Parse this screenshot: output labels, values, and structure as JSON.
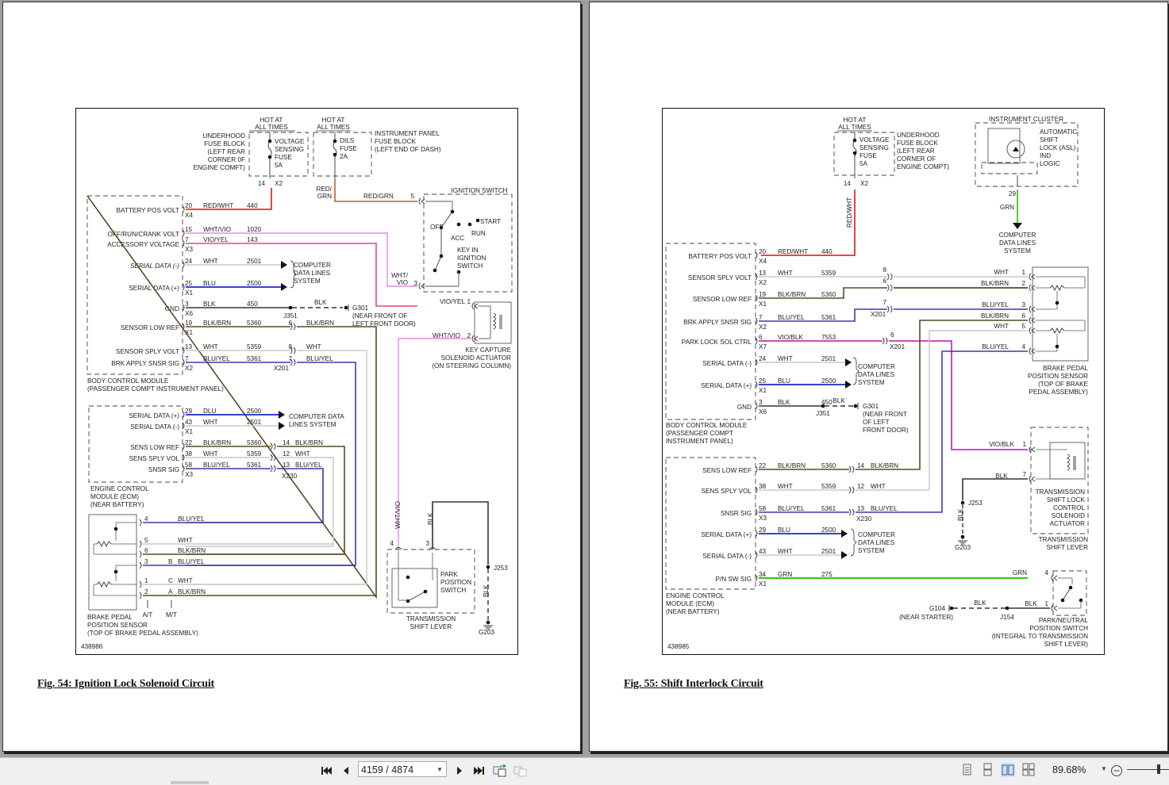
{
  "viewer": {
    "page_indicator": "4159 / 4874",
    "zoom_level": "89.68%",
    "toolbar": {
      "first_page": "first-page",
      "prev_page": "previous-page",
      "next_page": "next-page",
      "last_page": "last-page",
      "view_modes": [
        "single-page",
        "continuous",
        "two-page",
        "two-page-continuous"
      ],
      "active_view_mode": "two-page"
    }
  },
  "colors": {
    "red_wht": "#e0302a",
    "red_grn": "#d2581e",
    "wht_vio": "#e48ae6",
    "vio_yel": "#e0449a",
    "vio_blk": "#c930b8",
    "wht": "#c9c9c9",
    "blu": "#1a27c8",
    "blu_yel": "#3a3aa8",
    "blk": "#333333",
    "blk_brn": "#5a4a22",
    "grn": "#39c81c"
  },
  "left_page": {
    "caption": "Fig. 54: Ignition Lock Solenoid Circuit",
    "figure_id": "438986",
    "labels": {
      "hot1": "HOT AT",
      "hot2": "ALL TIMES",
      "uh1": "UNDERHOOD",
      "uh2": "FUSE BLOCK",
      "uh3": "(LEFT REAR",
      "uh4": "CORNER 0F",
      "uh5": "ENGINE COMFT)",
      "vs1": "VOLTAGE",
      "vs2": "SENSING",
      "vs3": "FUSE",
      "vs4": "5A",
      "hotb1": "HOT AT",
      "hotb2": "ALL TIMES",
      "dils1": "DILS",
      "dils2": "FUSE",
      "dils3": "2A",
      "ip1": "INSTRUMENT PANEL",
      "ip2": "FUSE BLOCK",
      "ip3": "(LEFT END OF DASH)",
      "c14": "14",
      "cx2": "X2",
      "redgrn_v1": "RED/",
      "redgrn_v2": "GRN",
      "redgrn_h": "RED/GRN",
      "pin5": "5",
      "ign_title": "IGNITION SWITCH",
      "off": "OFF",
      "acc": "ACC",
      "run": "RUN",
      "start": "START",
      "key1": "KEY IN",
      "key2": "IGNITION",
      "key3": "SWITCH",
      "whtvio1": "WHT/",
      "whtvio2": "VIO",
      "pin3": "3",
      "kc1": "KEY CAPTURE",
      "kc2": "SOLENOID ACTUATOR",
      "kc3": "(ON STEERING COLUMN)",
      "vioyel_r": "VIO/YEL",
      "pin1": "1",
      "whtvio_r": "WHT/VIO",
      "pin2": "2",
      "g301": "G301",
      "g301a": "(NEAR FRONT OF",
      "g301b": "LEFT FRONT DOOR)",
      "j351": "J351",
      "blk_dash": "BLK",
      "cdl1": "COMPUTER",
      "cdl2": "DATA LINES",
      "cdl3": "SYSTEM",
      "bcm1": "BODY CONTROL MODULE",
      "bcm2": "(PASSENGER COMPT INSTRUMENT PANEL)",
      "x201": "X201",
      "ecm_cdl1": "COMPUTER DATA",
      "ecm_cdl2": "LINES SYSTEM",
      "ecm1": "ENGINE CONTROL",
      "ecm2": "MODULE (ECM)",
      "ecm3": "(NEAR BATTERY)",
      "x230": "X230",
      "bpps1": "BRAKE PEDAL",
      "bpps2": "POSITION SENSOR",
      "bpps3": "(TOP OF BRAKE PEDAL ASSEMBLY)",
      "at": "A/T",
      "mt": "M/T",
      "pps1": "PARK",
      "pps2": "POSITION",
      "pps3": "SWITCH",
      "tsl1": "TRANSMISSION",
      "tsl2": "SHIFT LEVER",
      "j253": "J253",
      "g203": "G203",
      "whtvio_v": "WHT/VIO",
      "blk_v": "BLK",
      "blk_v2": "BLK",
      "p4": "4",
      "p3": "3"
    },
    "bcm_pins": [
      {
        "name": "BATTERY POS VOLT",
        "pin": "20",
        "conn": "X4",
        "wire": "RED/WHT",
        "circuit": "440"
      },
      {
        "name": "OFF/RUN/CRANK VOLT",
        "pin": "15",
        "conn": "",
        "wire": "WHT/VIO",
        "circuit": "1020"
      },
      {
        "name": "ACCESSORY VOLTAGE",
        "pin": "7",
        "conn": "X3",
        "wire": "VIO/YEL",
        "circuit": "143"
      },
      {
        "name": "SERIAL DATA (-)",
        "pin": "24",
        "conn": "",
        "wire": "WHT",
        "circuit": "2501"
      },
      {
        "name": "SERIAL DATA (+)",
        "pin": "25",
        "conn": "X1",
        "wire": "BLU",
        "circuit": "2500"
      },
      {
        "name": "GND",
        "pin": "3",
        "conn": "X6",
        "wire": "BLK",
        "circuit": "450"
      },
      {
        "name": "SENSOR LOW REF",
        "pin": "19",
        "conn": "X1",
        "wire": "BLK/BRN",
        "circuit": "5360",
        "x_pin": "6",
        "x_wire": "BLK/BRN"
      },
      {
        "name": "SENSOR SPLY VOLT",
        "pin": "13",
        "conn": "",
        "wire": "WHT",
        "circuit": "5359",
        "x_pin": "8",
        "x_wire": "WHT"
      },
      {
        "name": "BRK APPLY SNSR SIG",
        "pin": "7",
        "conn": "X2",
        "wire": "BLU/YEL",
        "circuit": "5361",
        "x_pin": "7",
        "x_wire": "BLU/YEL"
      }
    ],
    "ecm_pins": [
      {
        "name": "SERIAL DATA (+)",
        "pin": "29",
        "conn": "",
        "wire": "DLU",
        "circuit": "2500"
      },
      {
        "name": "SERIAL DATA (-)",
        "pin": "43",
        "conn": "X1",
        "wire": "WHT",
        "circuit": "2501"
      },
      {
        "name": "SENS LOW REF",
        "pin": "22",
        "conn": "",
        "wire": "BLK/BRN",
        "circuit": "5360",
        "x_pin": "14",
        "x_wire": "BLK/BRN"
      },
      {
        "name": "SENS SPLY VOL",
        "pin": "38",
        "conn": "",
        "wire": "WHT",
        "circuit": "5359",
        "x_pin": "12",
        "x_wire": "WHT"
      },
      {
        "name": "SNSR SIG",
        "pin": "58",
        "conn": "X3",
        "wire": "BLU/YEL",
        "circuit": "5361",
        "x_pin": "13",
        "x_wire": "BLU/YEL"
      }
    ],
    "bpps_pins": [
      {
        "pin": "4",
        "letter": "",
        "wire": "BLU/YEL"
      },
      {
        "pin": "5",
        "letter": "",
        "wire": "WHT"
      },
      {
        "pin": "6",
        "letter": "",
        "wire": "BLK/BRN"
      },
      {
        "pin": "3",
        "letter": "B",
        "wire": "BLU/YEL"
      },
      {
        "pin": "1",
        "letter": "C",
        "wire": "WHT"
      },
      {
        "pin": "2",
        "letter": "A",
        "wire": "BLK/BRN"
      }
    ]
  },
  "right_page": {
    "caption": "Fig. 55: Shift Interlock Circuit",
    "figure_id": "438985",
    "labels": {
      "hot1": "HOT AT",
      "hot2": "ALL TIMES",
      "vs1": "VOLTAGE",
      "vs2": "SENSING",
      "vs3": "FUSE",
      "vs4": "5A",
      "uh1": "UNDERHOOD",
      "uh2": "FUSE BLOCK",
      "uh3": "(LEFT REAR",
      "uh4": "CORNER OF",
      "uh5": "ENGINE COMPT)",
      "c14": "14",
      "cx2": "X2",
      "redwht_v": "RED/WHT",
      "ic_title": "INSTRUMENT CLUSTER",
      "asl1": "AUTOMATIC",
      "asl2": "SHIFT",
      "asl3": "LOCK (ASL)",
      "asl4": "IND",
      "asl5": "LOGIC",
      "p29": "29",
      "grn": "GRN",
      "cdl1": "COMPUTER",
      "cdl2": "DATA LINES",
      "cdl3": "SYSTEM",
      "bcm1": "BODY CONTROL MODULE",
      "bcm2": "(PASSENGER COMPT",
      "bcm3": "INSTRUMENT PANEL)",
      "x201": "X201",
      "x201b": "X201",
      "bcdl1": "COMPUTER",
      "bcdl2": "DATA LINES",
      "bcdl3": "SYSTEM",
      "g301": "G301",
      "g301a": "(NEAR FRONT",
      "g301b": "OF LEFT",
      "g301c": "FRONT DOOR)",
      "j351": "J351",
      "blk_dash": "BLK",
      "bpps1": "BRAKE PEDAL",
      "bpps2": "POSITION SENSOR",
      "bpps3": "(TOP OF BRAKE",
      "bpps4": "PEDAL ASSEMBLY)",
      "vioblk": "VIO/BLK",
      "p1": "1",
      "blk7": "BLK",
      "p7": "7",
      "tsl1": "TRANSMISSION",
      "tsl2": "SHIFT LOCK",
      "tsl3": "CONTROL",
      "tsl4": "SOLENOID",
      "tsl5": "ACTUATOR",
      "tsl6": "TRANSMISSION",
      "tsl7": "SHIFT LEVER",
      "j253": "J253",
      "g203": "G203",
      "blk_v": "BLK",
      "ecm1": "ENGINE CONTROL",
      "ecm2": "MODULE (ECM)",
      "ecm3": "(NEAR BATTERY)",
      "x230": "X230",
      "ecdl1": "COMPUTER",
      "ecdl2": "DATA LINES",
      "ecdl3": "SYSTEM",
      "grn4": "GRN",
      "p4": "4",
      "blk1": "BLK",
      "p1b": "1",
      "g104": "G104",
      "g104a": "(NEAR STARTER)",
      "j154": "J154",
      "blk_g104": "BLK",
      "pnp1": "PARK/NEUTRAL",
      "pnp2": "POSITION SWITCH",
      "pnp3": "(INTEGRAL TO TRANSMISSION",
      "pnp4": "SHIFT LEVER)"
    },
    "bcm_pins": [
      {
        "name": "BATTERY POS VOLT",
        "pin": "20",
        "conn": "X4",
        "wire": "RED/WHT",
        "circuit": "440"
      },
      {
        "name": "SENSOR SPLY VOLT",
        "pin": "13",
        "conn": "X2",
        "wire": "WHT",
        "circuit": "5359",
        "x_pin": "8"
      },
      {
        "name": "SENSOR LOW REF",
        "pin": "19",
        "conn": "X1",
        "wire": "BLK/BRN",
        "circuit": "5360",
        "x_pin": "6"
      },
      {
        "name": "BRK APPLY SNSR SIG",
        "pin": "7",
        "conn": "X2",
        "wire": "BLU/YEL",
        "circuit": "5361",
        "x_pin": "7"
      },
      {
        "name": "PARK LOCK SOL CTRL",
        "pin": "6",
        "conn": "X7",
        "wire": "VIO/BLK",
        "circuit": "7553",
        "x_pin": "6"
      },
      {
        "name": "SERIAL DATA (-)",
        "pin": "24",
        "conn": "",
        "wire": "WHT",
        "circuit": "2501"
      },
      {
        "name": "SERIAL DATA (+)",
        "pin": "25",
        "conn": "X1",
        "wire": "BLU",
        "circuit": "2500"
      },
      {
        "name": "GND",
        "pin": "3",
        "conn": "X6",
        "wire": "BLK",
        "circuit": "450"
      }
    ],
    "bpps_pins": [
      {
        "pin": "1",
        "wire": "WHT"
      },
      {
        "pin": "2",
        "wire": "BLK/BRN"
      },
      {
        "pin": "3",
        "wire": "BLU/YEL"
      },
      {
        "pin": "6",
        "wire": "BLK/BRN"
      },
      {
        "pin": "5",
        "wire": "WHT"
      },
      {
        "pin": "4",
        "wire": "BLU/YEL"
      }
    ],
    "ecm_pins": [
      {
        "name": "SENS LOW REF",
        "pin": "22",
        "conn": "",
        "wire": "BLK/BRN",
        "circuit": "5360",
        "x_pin": "14",
        "x_wire": "BLK/BRN"
      },
      {
        "name": "SENS SPLY VOL",
        "pin": "38",
        "conn": "",
        "wire": "WHT",
        "circuit": "5359",
        "x_pin": "12",
        "x_wire": "WHT"
      },
      {
        "name": "SNSR SIG",
        "pin": "58",
        "conn": "X3",
        "wire": "BLU/YEL",
        "circuit": "5361",
        "x_pin": "13",
        "x_wire": "BLU/YEL"
      },
      {
        "name": "SERIAL DATA (+)",
        "pin": "29",
        "conn": "",
        "wire": "BLU",
        "circuit": "2500"
      },
      {
        "name": "SERIAL DATA (-)",
        "pin": "43",
        "conn": "",
        "wire": "WHT",
        "circuit": "2501"
      },
      {
        "name": "P/N SW SIG",
        "pin": "34",
        "conn": "X1",
        "wire": "GRN",
        "circuit": "275"
      }
    ]
  }
}
